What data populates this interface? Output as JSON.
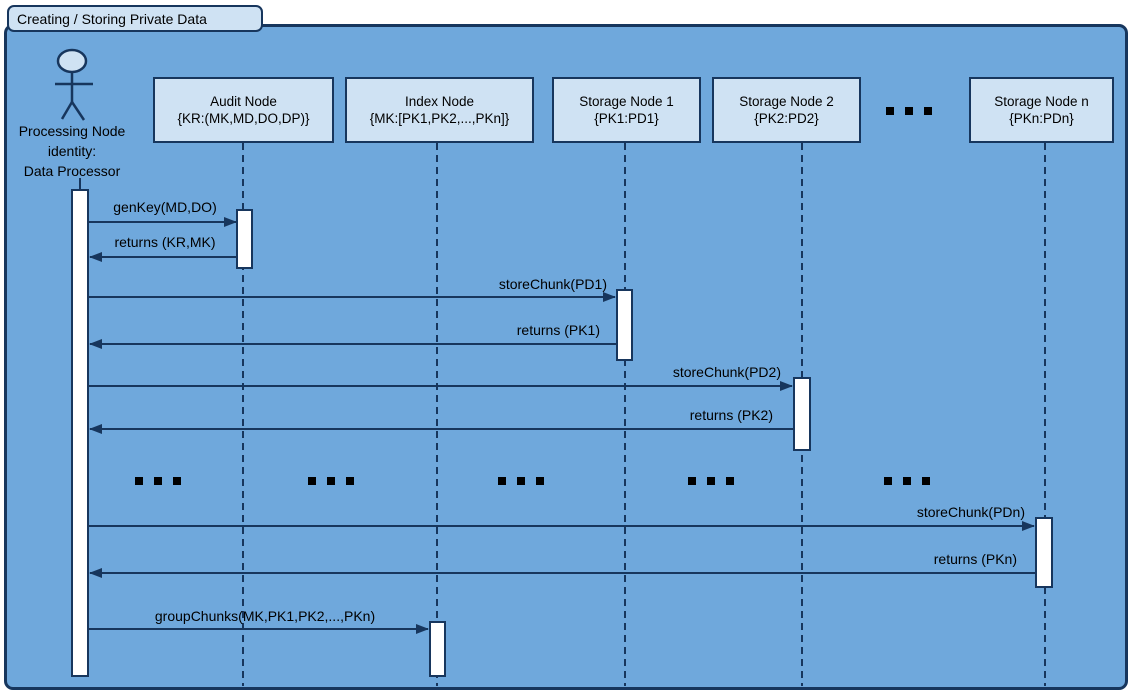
{
  "title": "Creating / Storing Private Data",
  "actor": {
    "label": "Processing Node\nidentity:\nData Processor"
  },
  "participants": [
    {
      "name": "Audit Node",
      "detail": "{KR:(MK,MD,DO,DP)}"
    },
    {
      "name": "Index Node",
      "detail": "{MK:[PK1,PK2,...,PKn]}"
    },
    {
      "name": "Storage Node 1",
      "detail": "{PK1:PD1}"
    },
    {
      "name": "Storage Node 2",
      "detail": "{PK2:PD2}"
    },
    {
      "name": "Storage Node n",
      "detail": "{PKn:PDn}"
    }
  ],
  "ellipsis": "...",
  "messages": [
    {
      "label": "genKey(MD,DO)",
      "from": "data-processor",
      "to": "audit-node"
    },
    {
      "label": "returns (KR,MK)",
      "from": "audit-node",
      "to": "data-processor"
    },
    {
      "label": "storeChunk(PD1)",
      "from": "data-processor",
      "to": "storage-node-1"
    },
    {
      "label": "returns (PK1)",
      "from": "storage-node-1",
      "to": "data-processor"
    },
    {
      "label": "storeChunk(PD2)",
      "from": "data-processor",
      "to": "storage-node-2"
    },
    {
      "label": "returns (PK2)",
      "from": "storage-node-2",
      "to": "data-processor"
    },
    {
      "label": "storeChunk(PDn)",
      "from": "data-processor",
      "to": "storage-node-n"
    },
    {
      "label": "returns (PKn)",
      "from": "storage-node-n",
      "to": "data-processor"
    },
    {
      "label": "groupChunks(MK,PK1,PK2,...,PKn)",
      "from": "data-processor",
      "to": "index-node"
    }
  ],
  "colors": {
    "frame_fill": "#6fa8dc",
    "node_fill": "#cfe2f3",
    "stroke": "#17365d",
    "activation_fill": "#ffffff",
    "text": "#000000"
  }
}
